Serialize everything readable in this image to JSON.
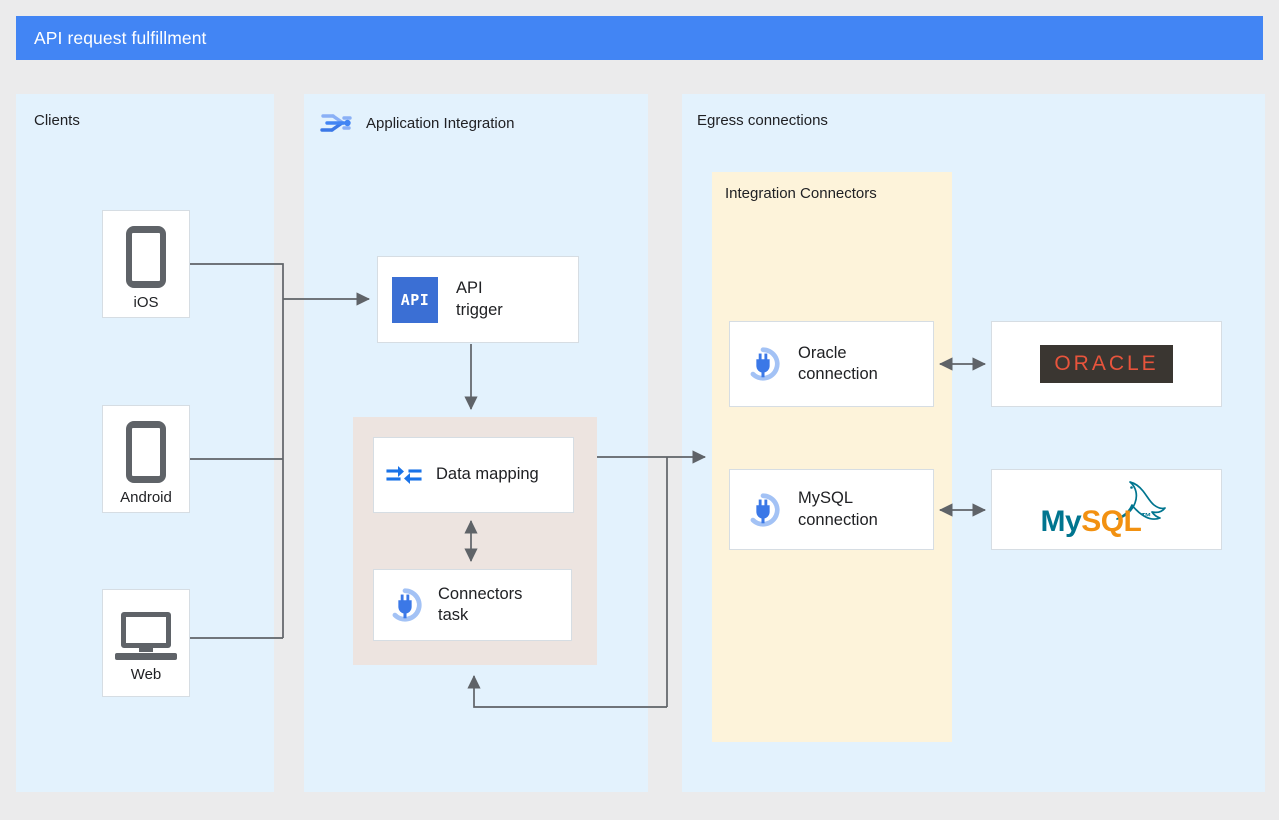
{
  "header": {
    "title": "API request fulfillment",
    "bar_color": "#4285f4"
  },
  "panels": {
    "clients": {
      "label": "Clients",
      "bg": "#e3f2fd"
    },
    "application_integration": {
      "label": "Application Integration",
      "icon": "application-integration-icon",
      "bg": "#e3f2fd"
    },
    "egress": {
      "label": "Egress connections",
      "bg": "#e3f2fd"
    },
    "integration_connectors": {
      "label": "Integration Connectors",
      "bg": "#fdf3da"
    }
  },
  "clients": [
    {
      "label": "iOS",
      "icon": "phone-icon"
    },
    {
      "label": "Android",
      "icon": "phone-icon"
    },
    {
      "label": "Web",
      "icon": "laptop-icon"
    }
  ],
  "integration_nodes": {
    "api_trigger": {
      "label": "API\ntrigger",
      "badge_text": "API",
      "badge_color": "#3b6fd4",
      "icon": "api-badge-icon"
    },
    "data_mapping": {
      "label": "Data mapping",
      "icon": "data-mapping-icon"
    },
    "connectors_task": {
      "label": "Connectors\ntask",
      "icon": "connector-plug-icon"
    }
  },
  "connections": [
    {
      "label": "Oracle\nconnection",
      "icon": "connector-plug-icon"
    },
    {
      "label": "MySQL\nconnection",
      "icon": "connector-plug-icon"
    }
  ],
  "backends": [
    {
      "name": "oracle-logo",
      "text": "ORACLE",
      "text_color": "#e8543c",
      "bg_color": "#3a3631"
    },
    {
      "name": "mysql-logo",
      "text_primary": "My",
      "text_secondary": "SQL",
      "trademark": "™",
      "primary_color": "#00758f",
      "secondary_color": "#f29111"
    }
  ],
  "colors": {
    "edge": "#5f6368",
    "panel_blue": "#e3f2fd",
    "panel_cream": "#fdf3da",
    "group_beige": "#ede4e0",
    "canvas": "#ebebec",
    "icon_blue": "#4285f4",
    "icon_blue_light": "#a3c2f5"
  }
}
